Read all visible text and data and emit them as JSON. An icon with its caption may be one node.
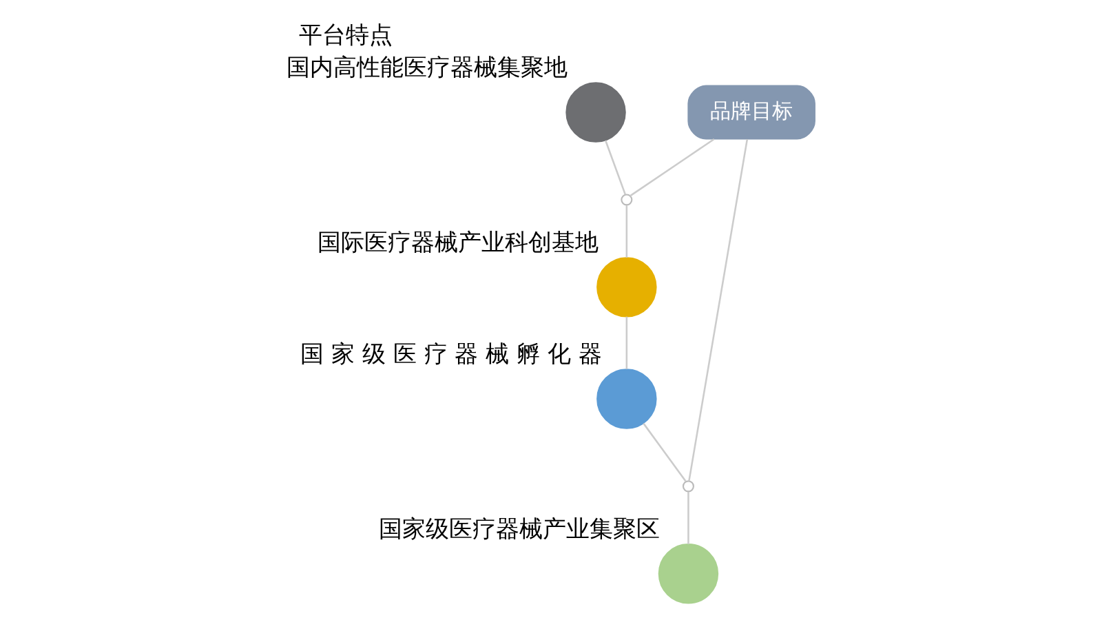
{
  "diagram": {
    "title": "平台特点",
    "nodes": [
      {
        "text": [
          "品牌目标"
        ]
      },
      {
        "text": [],
        "shape": "circle",
        "beside": [
          "国内高性能医疗器械集聚地"
        ]
      },
      {
        "text": [],
        "shape": "circle"
      },
      {
        "text": [],
        "shape": "circle",
        "beside": [
          "国际医疗器械产业科创基地"
        ]
      },
      {
        "text": [],
        "shape": "circle",
        "beside": [
          "国 家 级 医 疗 器 械 孵 化 器"
        ]
      },
      {
        "text": [],
        "shape": "circle"
      },
      {
        "text": [],
        "shape": "circle",
        "beside": [
          "国家级医疗器械产业集聚区"
        ]
      }
    ],
    "edges": [
      {
        "from": 0,
        "to": 2,
        "arrow": "none"
      },
      {
        "from": 0,
        "to": 5,
        "arrow": "none"
      },
      {
        "from": 1,
        "to": 2,
        "arrow": "none"
      },
      {
        "from": 2,
        "to": 3,
        "arrow": "none"
      },
      {
        "from": 3,
        "to": 4,
        "arrow": "none"
      },
      {
        "from": 4,
        "to": 5,
        "arrow": "none"
      },
      {
        "from": 5,
        "to": 6,
        "arrow": "none"
      }
    ]
  }
}
